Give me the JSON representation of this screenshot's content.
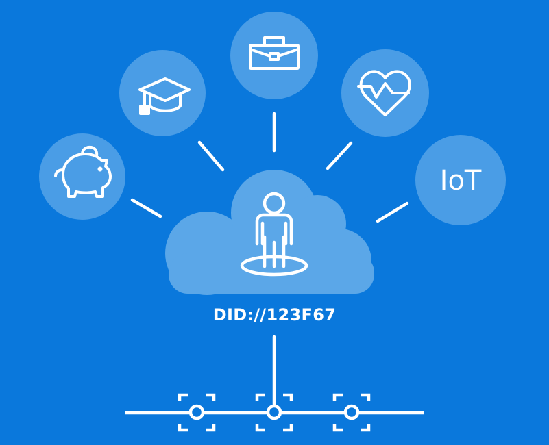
{
  "identity": {
    "did": "DID://123F67"
  },
  "nodes": [
    {
      "id": "finance",
      "icon": "piggy-bank-icon",
      "label": ""
    },
    {
      "id": "education",
      "icon": "graduation-cap-icon",
      "label": ""
    },
    {
      "id": "work",
      "icon": "briefcase-icon",
      "label": ""
    },
    {
      "id": "health",
      "icon": "heart-pulse-icon",
      "label": ""
    },
    {
      "id": "iot",
      "icon": "",
      "label": "IoT"
    }
  ],
  "center_icon": "person-icon",
  "ledger_icon": "blockchain-ledger-icon",
  "colors": {
    "background": "#0A78DC",
    "bubble": "#4A9DE6",
    "cloud": "#5BA7E8",
    "line": "#ffffff"
  }
}
